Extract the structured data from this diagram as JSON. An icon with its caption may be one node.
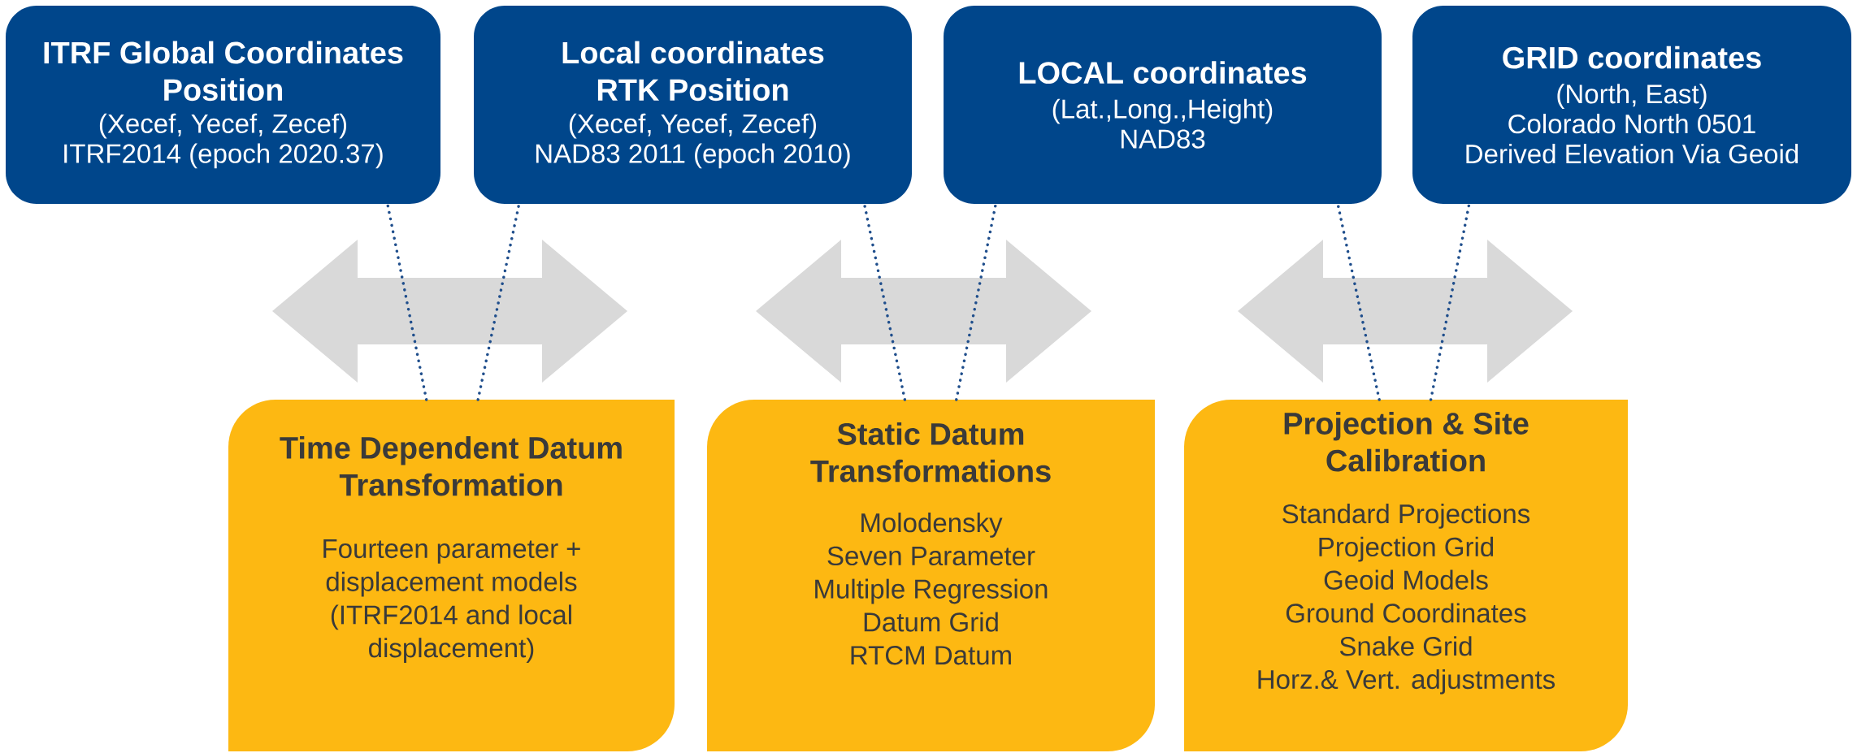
{
  "diagram": {
    "nodes": [
      {
        "text": [
          "ITRF Global Coordinates Position",
          "(Xecef, Yecef, Zecef)",
          "ITRF2014 (epoch 2020.37)"
        ]
      },
      {
        "text": [
          "Local coordinates RTK Position",
          "(Xecef, Yecef, Zecef)",
          "NAD83 2011 (epoch 2010)"
        ]
      },
      {
        "text": [
          "LOCAL coordinates",
          "(Lat.,Long.,Height)",
          "NAD83"
        ]
      },
      {
        "text": [
          "GRID coordinates",
          "(North, East)",
          "Colorado North 0501",
          "Derived Elevation Via Geoid"
        ]
      },
      {
        "text": [
          "Time Dependent Datum Transformation",
          "Fourteen parameter + displacement models (ITRF2014 and local displacement)"
        ]
      },
      {
        "text": [
          "Static Datum Transformations",
          "Molodensky",
          "Seven Parameter",
          "Multiple Regression",
          "Datum Grid",
          "RTCM Datum"
        ]
      },
      {
        "text": [
          "Projection & Site Calibration",
          "Standard Projections",
          "Projection Grid",
          "Geoid Models",
          "Ground Coordinates",
          "Snake Grid",
          "Horz.& Vert. adjustments"
        ]
      }
    ],
    "edges": [
      {
        "from": 4,
        "to": 0,
        "arrow": "none",
        "style": "dashed"
      },
      {
        "from": 4,
        "to": 1,
        "arrow": "none",
        "style": "dashed"
      },
      {
        "from": 5,
        "to": 1,
        "arrow": "none",
        "style": "dashed"
      },
      {
        "from": 5,
        "to": 2,
        "arrow": "none",
        "style": "dashed"
      },
      {
        "from": 6,
        "to": 2,
        "arrow": "none",
        "style": "dashed"
      },
      {
        "from": 6,
        "to": 3,
        "arrow": "none",
        "style": "dashed"
      }
    ]
  }
}
